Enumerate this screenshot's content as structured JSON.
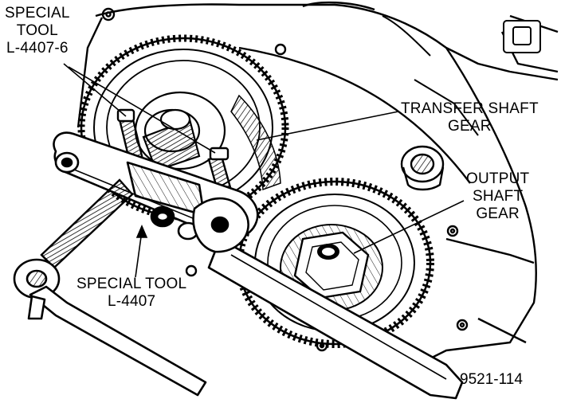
{
  "labels": {
    "special_tool_l4407_6": {
      "line1": "SPECIAL",
      "line2": "TOOL",
      "line3": "L-4407-6"
    },
    "transfer_shaft_gear": {
      "line1": "TRANSFER SHAFT",
      "line2": "GEAR"
    },
    "output_shaft_gear": {
      "line1": "OUTPUT",
      "line2": "SHAFT",
      "line3": "GEAR"
    },
    "special_tool_l4407": {
      "line1": "SPECIAL TOOL",
      "line2": "L-4407"
    }
  },
  "figure_number": "9521-114",
  "colors": {
    "ink": "#000000",
    "paper": "#ffffff",
    "hatch": "#555555"
  }
}
